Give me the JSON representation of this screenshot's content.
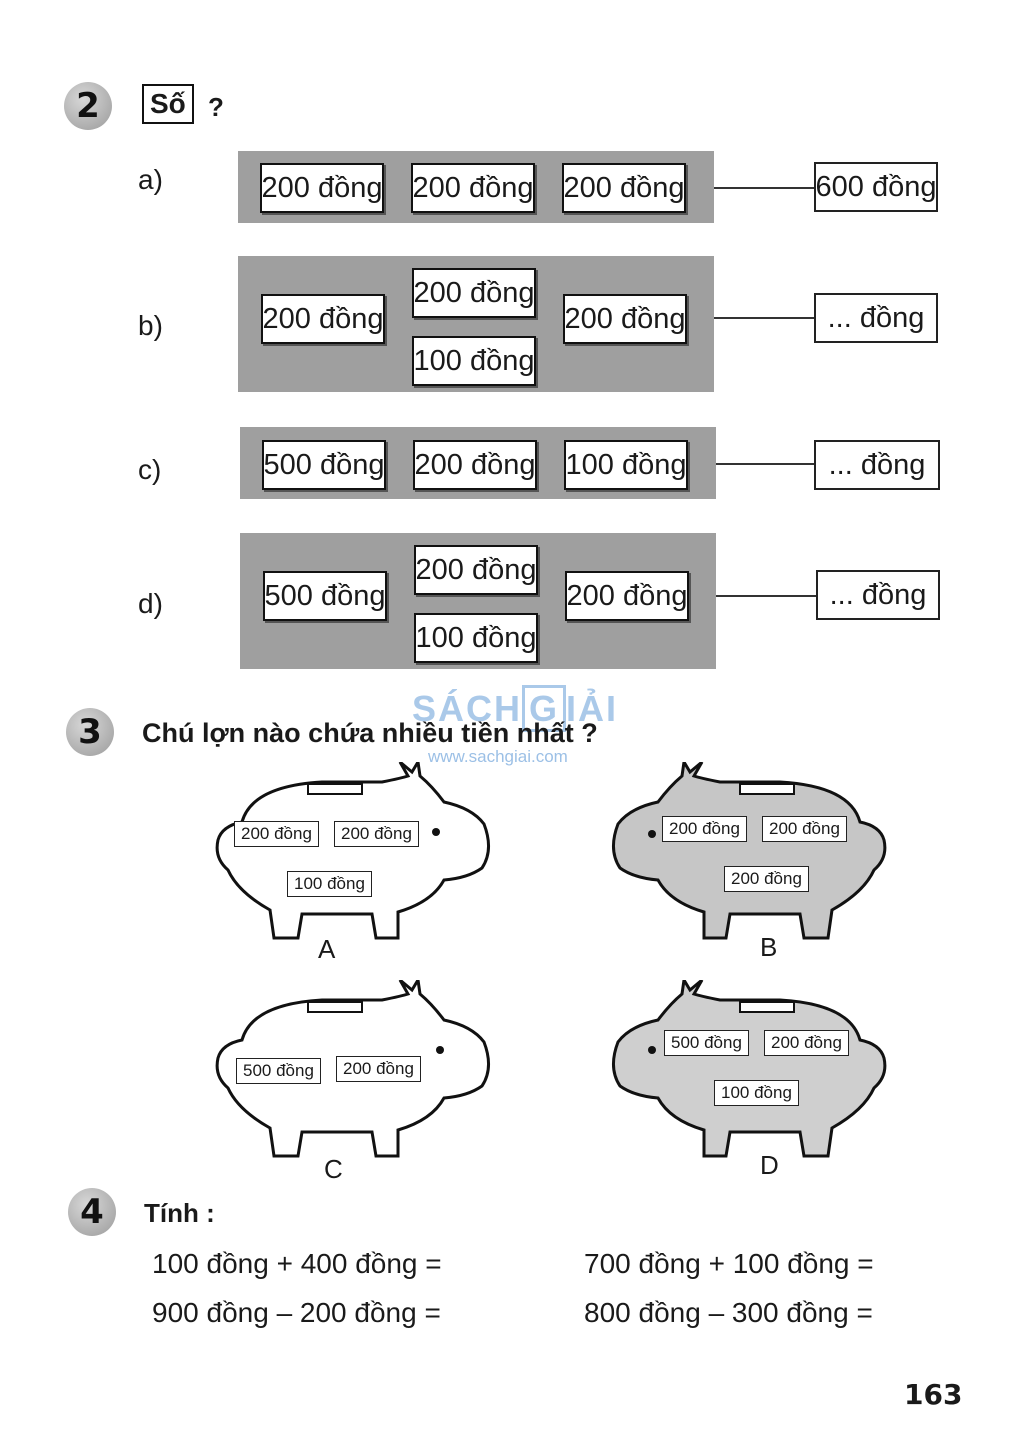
{
  "ex2": {
    "number": "2",
    "title": "Số",
    "title_suffix": "?",
    "rows": [
      {
        "label": "a)",
        "notes": [
          "200 đồng",
          "200 đồng",
          "200 đồng"
        ],
        "result": "600 đồng"
      },
      {
        "label": "b)",
        "notes": [
          "200 đồng",
          "200 đồng",
          "100 đồng",
          "200 đồng"
        ],
        "result": "... đồng"
      },
      {
        "label": "c)",
        "notes": [
          "500 đồng",
          "200 đồng",
          "100 đồng"
        ],
        "result": "... đồng"
      },
      {
        "label": "d)",
        "notes": [
          "500 đồng",
          "200 đồng",
          "100 đồng",
          "200 đồng"
        ],
        "result": "... đồng"
      }
    ]
  },
  "watermark": {
    "brand_left": "SÁCH",
    "brand_mid": "G",
    "brand_right": "IẢI",
    "url": "www.sachgiai.com"
  },
  "ex3": {
    "number": "3",
    "question": "Chú lợn nào chứa nhiều tiền nhất ?",
    "pigs": [
      {
        "label": "A",
        "notes": [
          "200 đồng",
          "200 đồng",
          "100 đồng"
        ]
      },
      {
        "label": "B",
        "notes": [
          "200 đồng",
          "200 đồng",
          "200 đồng"
        ]
      },
      {
        "label": "C",
        "notes": [
          "500 đồng",
          "200 đồng"
        ]
      },
      {
        "label": "D",
        "notes": [
          "500 đồng",
          "200 đồng",
          "100 đồng"
        ]
      }
    ]
  },
  "ex4": {
    "number": "4",
    "title": "Tính :",
    "calcs": [
      "100 đồng + 400 đồng =",
      "700 đồng + 100 đồng =",
      "900 đồng – 200 đồng =",
      "800 đồng – 300 đồng ="
    ]
  },
  "page_number": "163"
}
